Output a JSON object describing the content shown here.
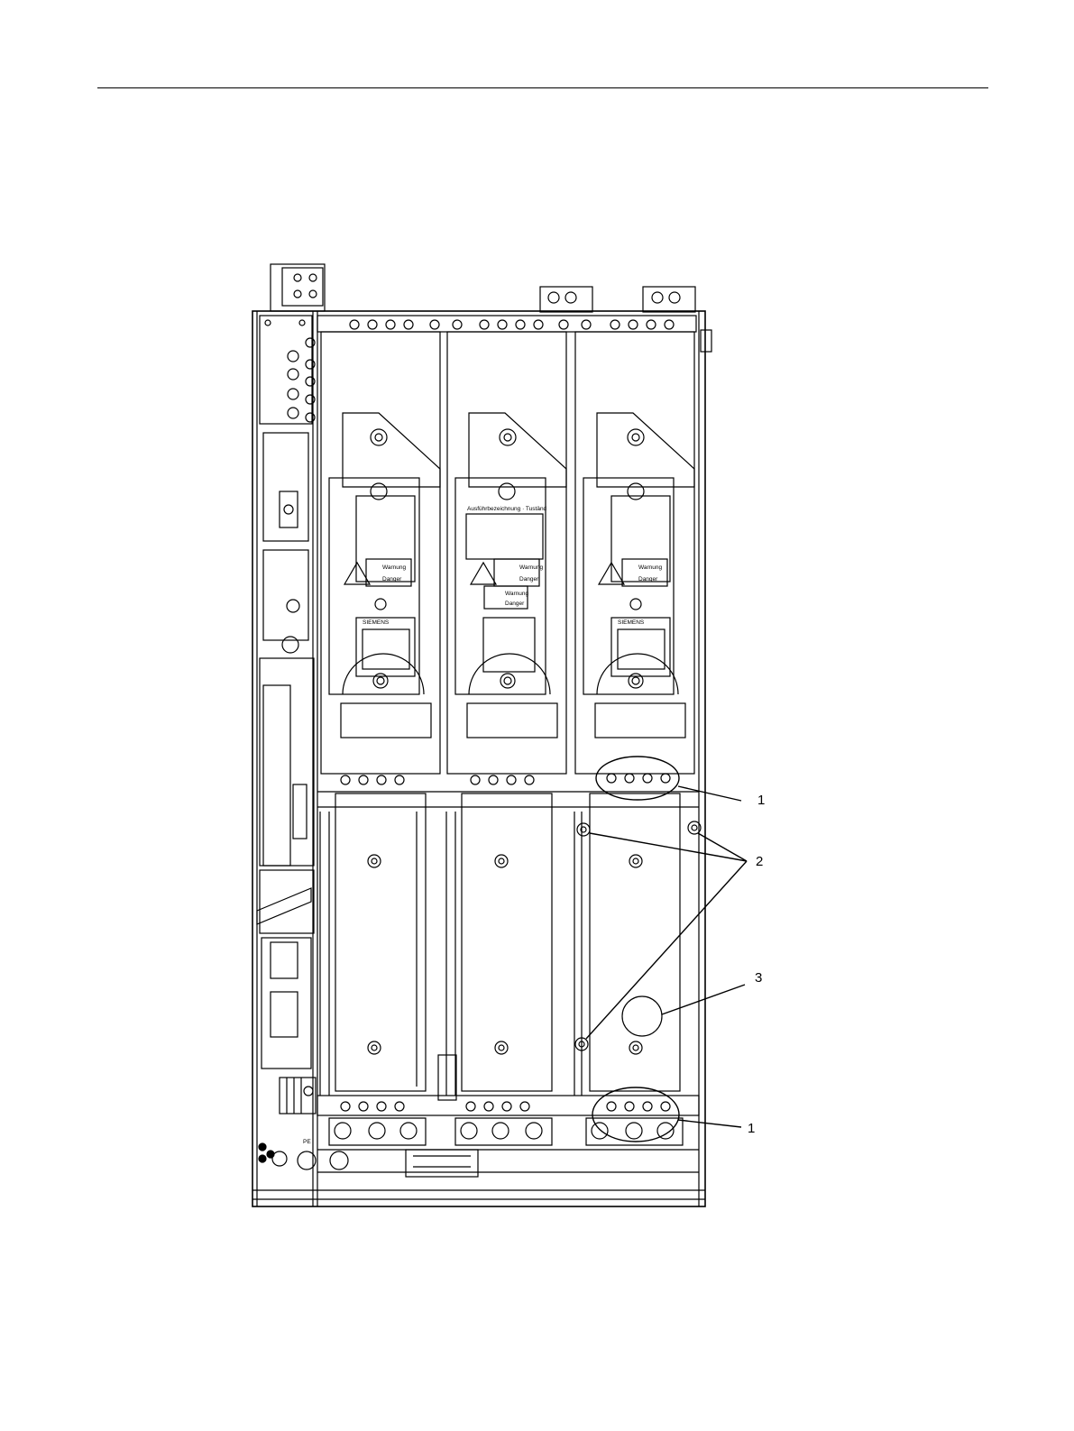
{
  "figure": {
    "callouts": [
      {
        "id": "c1a",
        "label": "1"
      },
      {
        "id": "c2",
        "label": "2"
      },
      {
        "id": "c3",
        "label": "3"
      },
      {
        "id": "c1b",
        "label": "1"
      }
    ],
    "module_labels": {
      "warning_de": "Warnung",
      "warning_en": "Danger",
      "brand": "SIEMENS",
      "header_center": "Ausführbezeichnung · Tuständ"
    },
    "terminal_label": "PE",
    "colors": {
      "line": "#000000",
      "background": "#ffffff"
    }
  }
}
